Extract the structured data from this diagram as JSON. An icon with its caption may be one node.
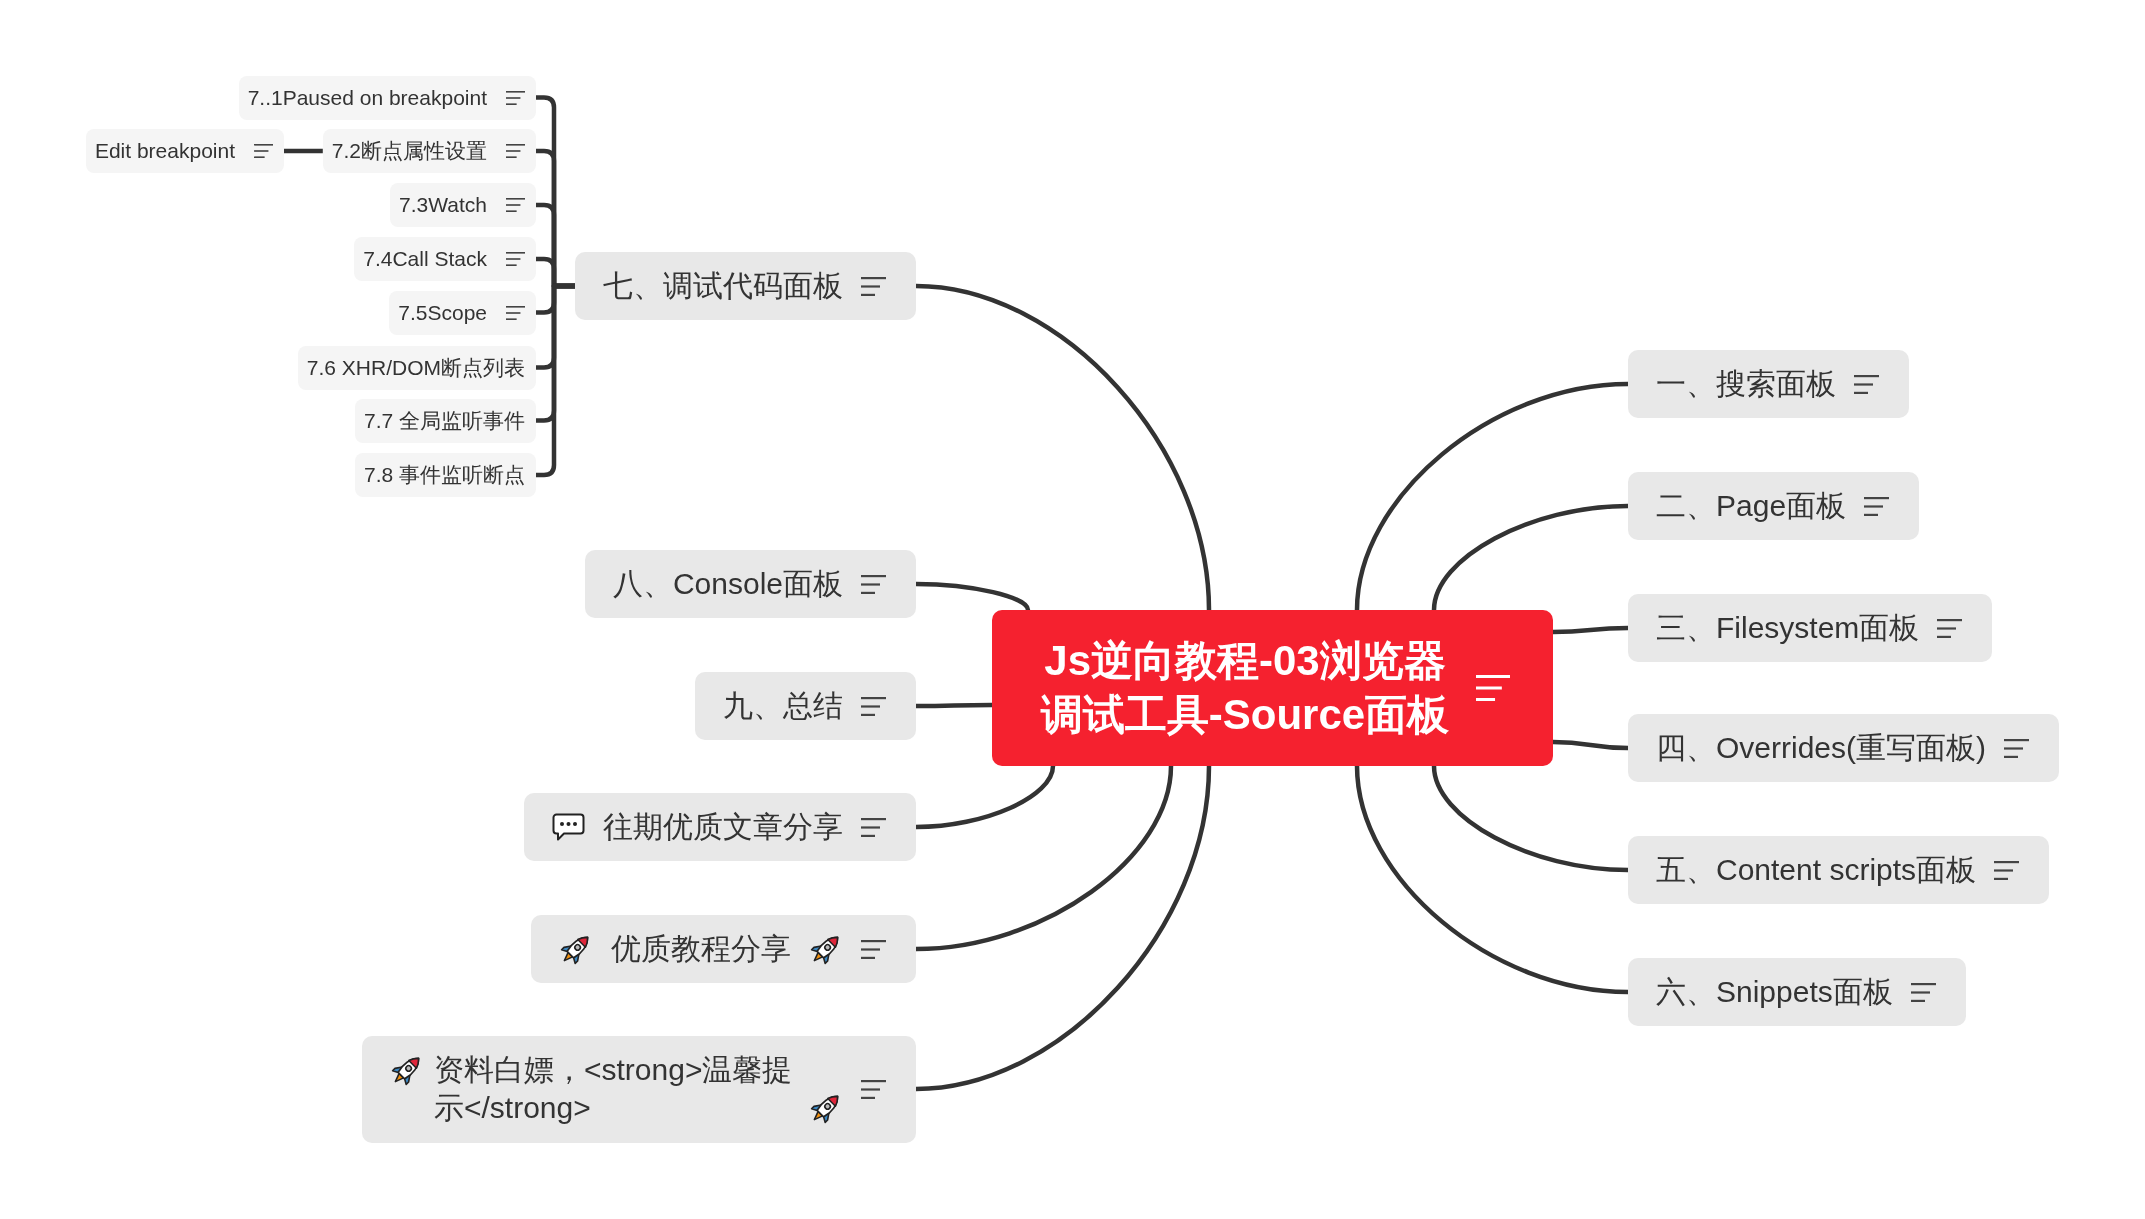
{
  "diagram": {
    "nodes": [
      {
        "text": [
          "Js逆向教程-03浏览器调试工具-Source面板"
        ]
      },
      {
        "text": [
          "一、搜索面板"
        ]
      },
      {
        "text": [
          "二、Page面板"
        ]
      },
      {
        "text": [
          "三、Filesystem面板"
        ]
      },
      {
        "text": [
          "四、Overrides(重写面板)"
        ]
      },
      {
        "text": [
          "五、Content scripts面板"
        ]
      },
      {
        "text": [
          "六、Snippets面板"
        ]
      },
      {
        "text": [
          "七、调试代码面板"
        ]
      },
      {
        "text": [
          "7..1Paused on breakpoint"
        ]
      },
      {
        "text": [
          "7.2断点属性设置"
        ]
      },
      {
        "text": [
          "Edit breakpoint"
        ]
      },
      {
        "text": [
          "7.3Watch"
        ]
      },
      {
        "text": [
          "7.4Call Stack"
        ]
      },
      {
        "text": [
          "7.5Scope"
        ]
      },
      {
        "text": [
          "7.6 XHR/DOM断点列表"
        ]
      },
      {
        "text": [
          "7.7 全局监听事件"
        ]
      },
      {
        "text": [
          "7.8 事件监听断点"
        ]
      },
      {
        "text": [
          "八、Console面板"
        ]
      },
      {
        "text": [
          "九、总结"
        ]
      },
      {
        "text": [
          "往期优质文章分享"
        ]
      },
      {
        "text": [
          "优质教程分享"
        ]
      },
      {
        "text": [
          "资料白嫖，<strong>温馨提示</strong>"
        ]
      }
    ],
    "edges": [
      {
        "from": 0,
        "to": 1,
        "arrow": "none"
      },
      {
        "from": 0,
        "to": 2,
        "arrow": "none"
      },
      {
        "from": 0,
        "to": 3,
        "arrow": "none"
      },
      {
        "from": 0,
        "to": 4,
        "arrow": "none"
      },
      {
        "from": 0,
        "to": 5,
        "arrow": "none"
      },
      {
        "from": 0,
        "to": 6,
        "arrow": "none"
      },
      {
        "from": 0,
        "to": 7,
        "arrow": "none"
      },
      {
        "from": 7,
        "to": 8,
        "arrow": "none"
      },
      {
        "from": 7,
        "to": 9,
        "arrow": "none"
      },
      {
        "from": 7,
        "to": 11,
        "arrow": "none"
      },
      {
        "from": 7,
        "to": 12,
        "arrow": "none"
      },
      {
        "from": 7,
        "to": 13,
        "arrow": "none"
      },
      {
        "from": 7,
        "to": 14,
        "arrow": "none"
      },
      {
        "from": 7,
        "to": 15,
        "arrow": "none"
      },
      {
        "from": 7,
        "to": 16,
        "arrow": "none"
      },
      {
        "from": 9,
        "to": 10,
        "arrow": "none"
      },
      {
        "from": 0,
        "to": 17,
        "arrow": "none"
      },
      {
        "from": 0,
        "to": 18,
        "arrow": "none"
      },
      {
        "from": 0,
        "to": 19,
        "arrow": "none"
      },
      {
        "from": 0,
        "to": 20,
        "arrow": "none"
      },
      {
        "from": 0,
        "to": 21,
        "arrow": "none"
      }
    ]
  }
}
